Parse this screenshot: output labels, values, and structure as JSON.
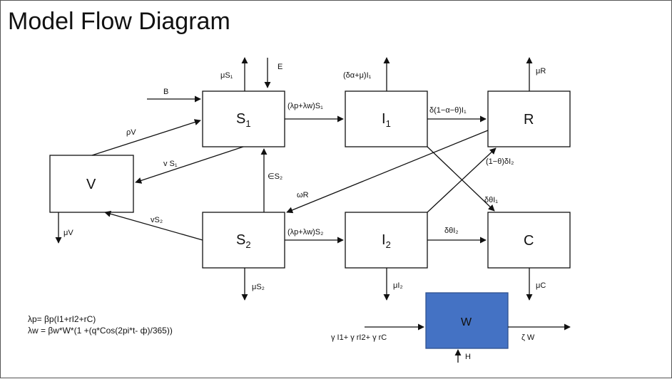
{
  "title": "Model Flow Diagram",
  "nodes": {
    "S1": {
      "main": "S",
      "sub": "1"
    },
    "I1": {
      "main": "I",
      "sub": "1"
    },
    "R": {
      "main": "R"
    },
    "V": {
      "main": "V"
    },
    "S2": {
      "main": "S",
      "sub": "2"
    },
    "I2": {
      "main": "I",
      "sub": "2"
    },
    "C": {
      "main": "C"
    },
    "W": {
      "main": "W"
    }
  },
  "labels": {
    "mu_s1": "μS₁",
    "e_in": "E",
    "b_in": "B",
    "rho_v": "ρV",
    "v_s1": "v S₁",
    "lambda_s1": "(λp+λw)S₁",
    "delta_alpha_mu_i1": "(δα+μ)I₁",
    "delta_i1_to_r": "δ(1−α−θ)I₁",
    "mu_r": "μR",
    "one_minus_theta_delta_i2": "(1−θ)δI₂",
    "epsilon_s2": "∈S₂",
    "omega_r": "ωR",
    "delta_theta_i1": "δθI₁",
    "mu_v": "μV",
    "v_s2": "vS₂",
    "lambda_s2": "(λp+λw)S₂",
    "delta_theta_i2": "δθI₂",
    "mu_s2": "μS₂",
    "mu_i2": "μI₂",
    "mu_c": "μC",
    "gamma_in": "γ I1+ γ rI2+ γ rC",
    "zeta_w": "ζ W",
    "h_in": "H"
  },
  "equations": {
    "lambda_p": "λp= βp(I1+rI2+rC)",
    "lambda_w": "λw = βw*W*(1 +(q*Cos(2pi*t- ф)/365))"
  },
  "colors": {
    "w_box": "#4472C4",
    "w_border": "#2F528F"
  }
}
